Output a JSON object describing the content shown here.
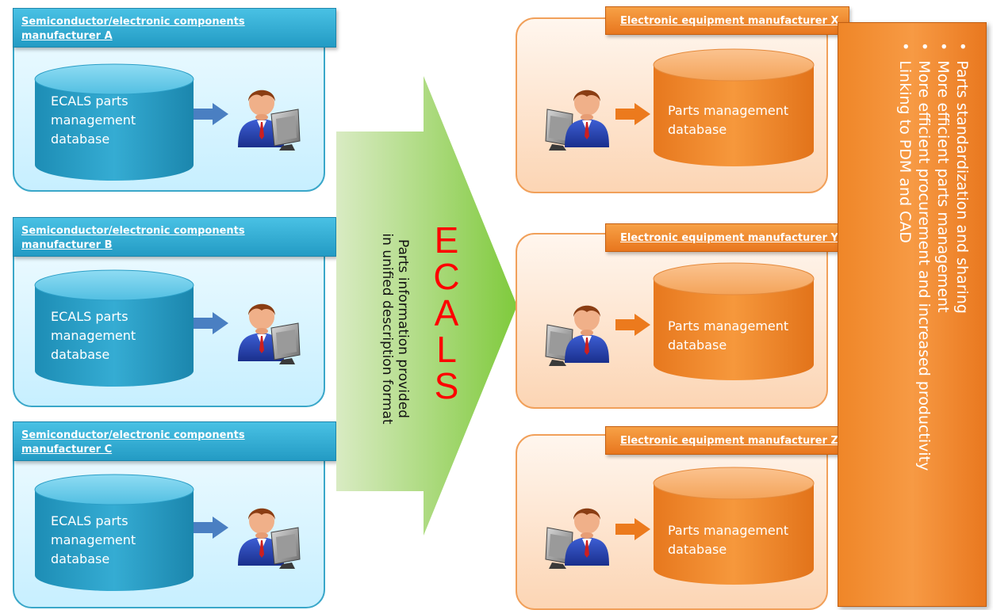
{
  "suppliers": [
    {
      "tag": "Semiconductor/electronic components\nmanufacturer A",
      "db_label": "ECALS parts\nmanagement\ndatabase"
    },
    {
      "tag": "Semiconductor/electronic components\nmanufacturer B",
      "db_label": "ECALS parts\nmanagement\ndatabase"
    },
    {
      "tag": "Semiconductor/electronic components\nmanufacturer C",
      "db_label": "ECALS parts\nmanagement\ndatabase"
    }
  ],
  "center": {
    "letters": [
      "E",
      "C",
      "A",
      "L",
      "S"
    ],
    "caption_lines": [
      "Parts information provided",
      "in unified description format"
    ]
  },
  "manufacturers": [
    {
      "tag": "Electronic equipment manufacturer X",
      "db_label": "Parts management\ndatabase"
    },
    {
      "tag": "Electronic equipment manufacturer Y",
      "db_label": "Parts management\ndatabase"
    },
    {
      "tag": "Electronic equipment manufacturer Z",
      "db_label": "Parts management\ndatabase"
    }
  ],
  "benefits": [
    "Parts standardization and sharing",
    "More efficient parts management",
    "More efficient procurement and increased productivity",
    "Linking to PDM and CAD"
  ],
  "colors": {
    "supplier_accent": "#239bc4",
    "manufacturer_accent": "#e8761e",
    "center_arrow": "#8dcf4a",
    "ecals_text": "#ff0000"
  },
  "icons": {
    "person_at_computer": "person-at-computer-icon",
    "flow_arrow": "arrow-right-icon",
    "database": "database-cylinder-icon"
  }
}
